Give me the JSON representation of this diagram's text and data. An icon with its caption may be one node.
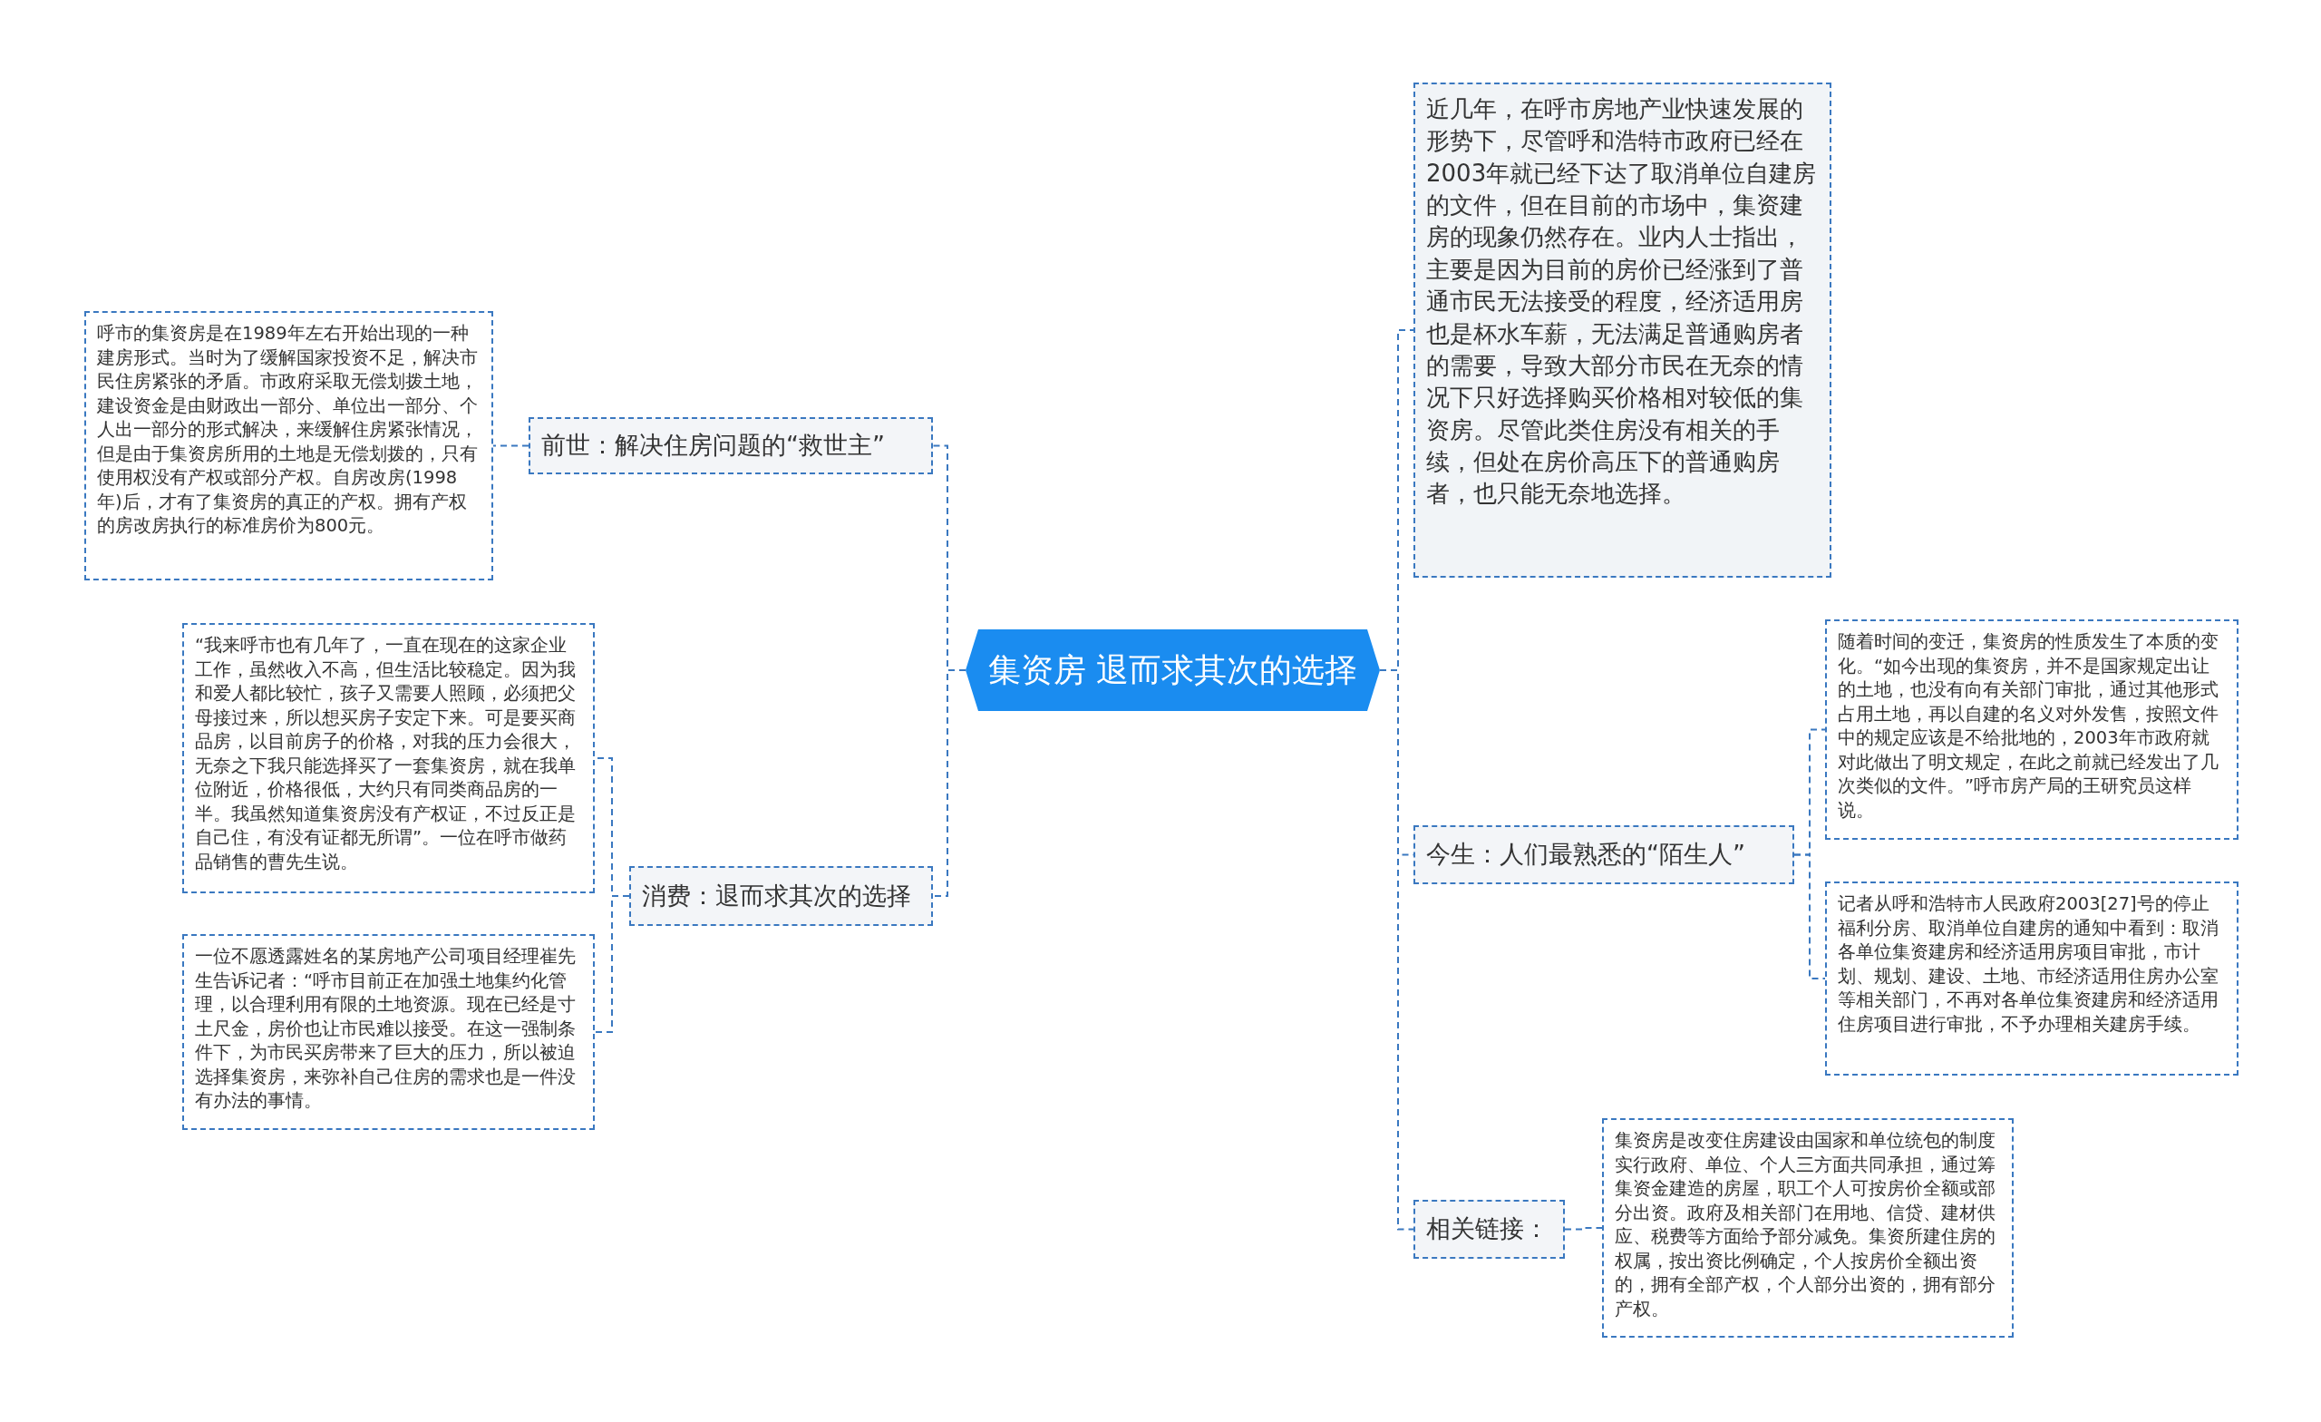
{
  "diagram": {
    "nodes": [
      {
        "text": [
          "集资房 退而求其次的选择"
        ]
      },
      {
        "text": [
          "前世：解决住房问题的“救世主”"
        ]
      },
      {
        "text": [
          "呼市的集资房是在1989年左右开始出现的一种建房形式。当时为了缓解国家投资不足，解决市民住房紧张的矛盾。市政府采取无偿划拨土地，建设资金是由财政出一部分、单位出一部分、个人出一部分的形式解决，来缓解住房紧张情况，但是由于集资房所用的土地是无偿划拨的，只有使用权没有产权或部分产权。自房改房(1998年)后，才有了集资房的真正的产权。拥有产权的房改房执行的标准房价为800元。"
        ]
      },
      {
        "text": [
          "消费：退而求其次的选择"
        ]
      },
      {
        "text": [
          "“我来呼市也有几年了，一直在现在的这家企业工作，虽然收入不高，但生活比较稳定。因为我和爱人都比较忙，孩子又需要人照顾，必须把父母接过来，所以想买房子安定下来。可是要买商品房，以目前房子的价格，对我的压力会很大，无奈之下我只能选择买了一套集资房，就在我单位附近，价格很低，大约只有同类商品房的一半。我虽然知道集资房没有产权证，不过反正是自己住，有没有证都无所谓”。一位在呼市做药品销售的曹先生说。"
        ]
      },
      {
        "text": [
          "一位不愿透露姓名的某房地产公司项目经理崔先生告诉记者：“呼市目前正在加强土地集约化管理，以合理利用有限的土地资源。现在已经是寸土尺金，房价也让市民难以接受。在这一强制条件下，为市民买房带来了巨大的压力，所以被迫选择集资房，来弥补自己住房的需求也是一件没有办法的事情。"
        ]
      },
      {
        "text": [
          "近几年，在呼市房地产业快速发展的形势下，尽管呼和浩特市政府已经在2003年就已经下达了取消单位自建房的文件，但在目前的市场中，集资建房的现象仍然存在。业内人士指出，主要是因为目前的房价已经涨到了普通市民无法接受的程度，经济适用房也是杯水车薪，无法满足普通购房者的需要，导致大部分市民在无奈的情况下只好选择购买价格相对较低的集资房。尽管此类住房没有相关的手续，但处在房价高压下的普通购房者，也只能无奈地选择。"
        ]
      },
      {
        "text": [
          "今生：人们最熟悉的“陌生人”"
        ]
      },
      {
        "text": [
          "随着时间的变迁，集资房的性质发生了本质的变化。“如今出现的集资房，并不是国家规定出让的土地，也没有向有关部门审批，通过其他形式占用土地，再以自建的名义对外发售，按照文件中的规定应该是不给批地的，2003年市政府就对此做出了明文规定，在此之前就已经发出了几次类似的文件。”呼市房产局的王研究员这样说。"
        ]
      },
      {
        "text": [
          "记者从呼和浩特市人民政府2003[27]号的停止福利分房、取消单位自建房的通知中看到：取消各单位集资建房和经济适用房项目审批，市计划、规划、建设、土地、市经济适用住房办公室等相关部门，不再对各单位集资建房和经济适用住房项目进行审批，不予办理相关建房手续。"
        ]
      },
      {
        "text": [
          "相关链接："
        ]
      },
      {
        "text": [
          "集资房是改变住房建设由国家和单位统包的制度实行政府、单位、个人三方面共同承担，通过筹集资金建造的房屋，职工个人可按房价全额或部分出资。政府及相关部门在用地、信贷、建材供应、税费等方面给予部分减免。集资所建住房的权属，按出资比例确定，个人按房价全额出资的，拥有全部产权，个人部分出资的，拥有部分产权。"
        ]
      }
    ],
    "edges": [
      {
        "from": 0,
        "to": 1,
        "arrow": "none"
      },
      {
        "from": 1,
        "to": 2,
        "arrow": "none"
      },
      {
        "from": 0,
        "to": 3,
        "arrow": "none"
      },
      {
        "from": 3,
        "to": 4,
        "arrow": "none"
      },
      {
        "from": 3,
        "to": 5,
        "arrow": "none"
      },
      {
        "from": 0,
        "to": 6,
        "arrow": "none"
      },
      {
        "from": 0,
        "to": 7,
        "arrow": "none"
      },
      {
        "from": 7,
        "to": 8,
        "arrow": "none"
      },
      {
        "from": 7,
        "to": 9,
        "arrow": "none"
      },
      {
        "from": 0,
        "to": 10,
        "arrow": "none"
      },
      {
        "from": 10,
        "to": 11,
        "arrow": "none"
      }
    ]
  }
}
